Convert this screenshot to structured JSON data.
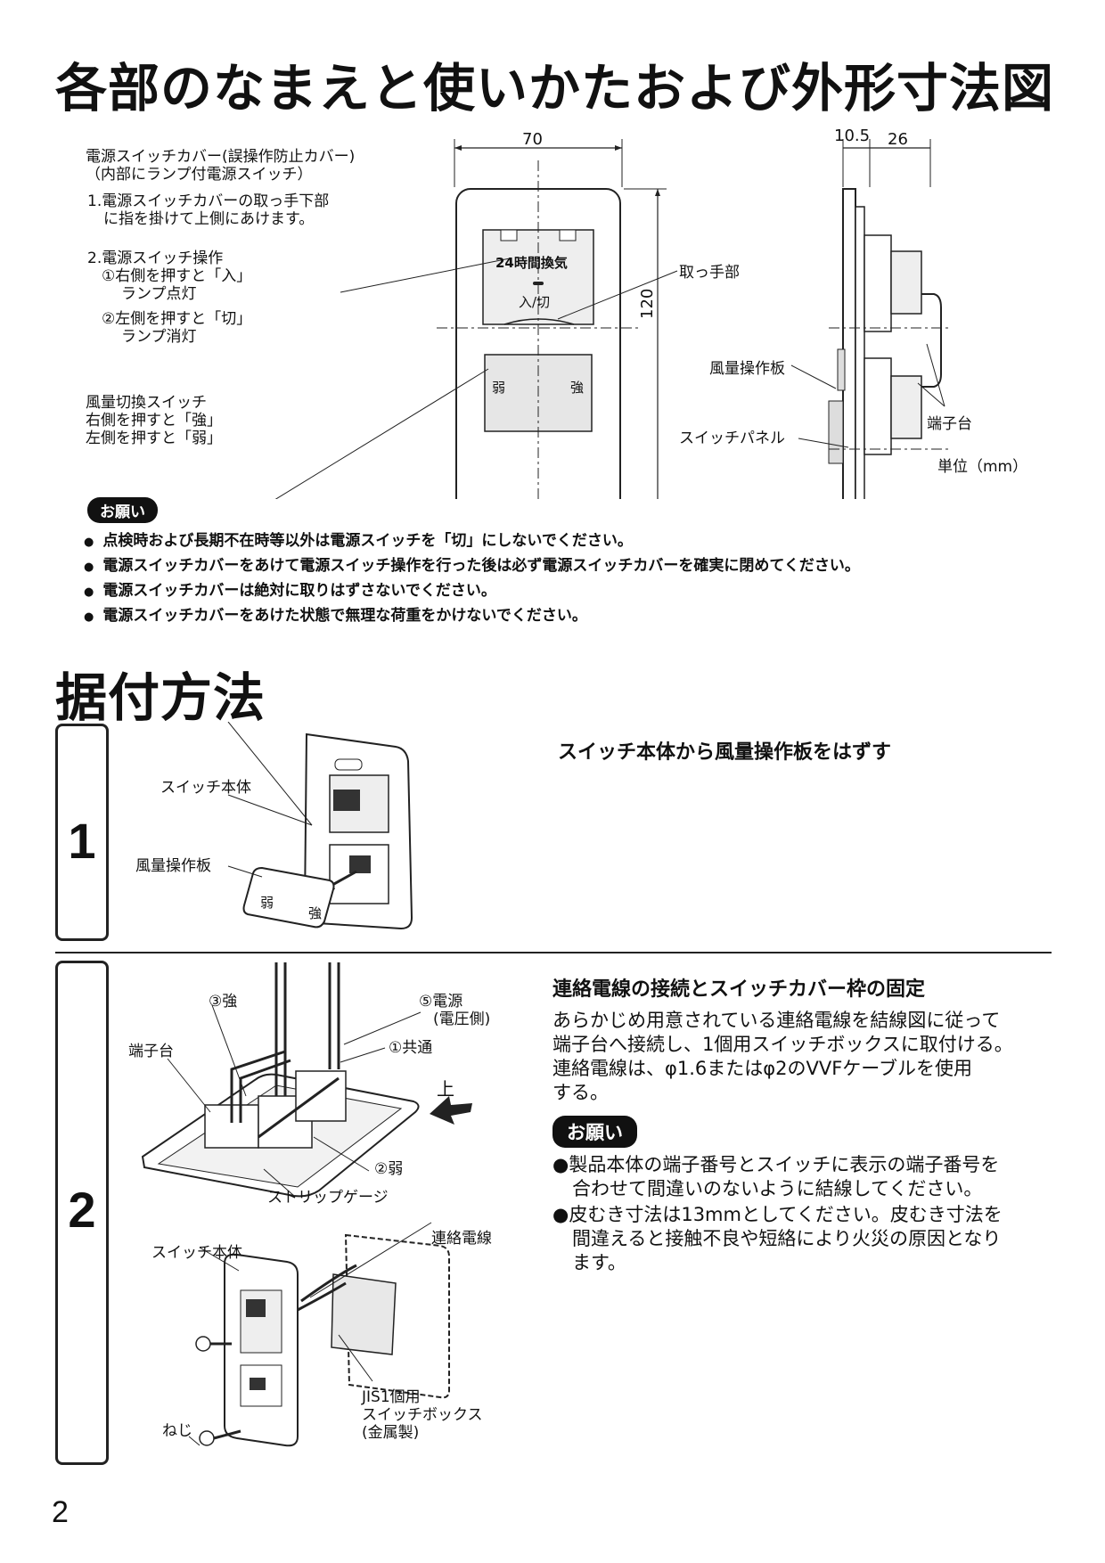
{
  "section1": {
    "title": "各部のなまえと使いかたおよび外形寸法図",
    "labels": {
      "cover_line1": "電源スイッチカバー(誤操作防止カバー)",
      "cover_line2": "（内部にランプ付電源スイッチ）",
      "step1_line1": "1.電源スイッチカバーの取っ手下部",
      "step1_line2": "に指を掛けて上側にあけます。",
      "step2_line1": "2.電源スイッチ操作",
      "step2_line2": "①右側を押すと「入」",
      "step2_line3": "ランプ点灯",
      "step2_line4": "②左側を押すと「切」",
      "step2_line5": "ランプ消灯",
      "fan_line1": "風量切換スイッチ",
      "fan_line2": "右側を押すと「強」",
      "fan_line3": "左側を押すと「弱」",
      "handle": "取っ手部",
      "fan_plate": "風量操作板",
      "panel": "スイッチパネル",
      "terminal": "端子台",
      "unit": "単位（mm）"
    },
    "switch_text": {
      "vent24": "24時間換気",
      "on_off": "入/切",
      "weak": "弱",
      "strong": "強"
    },
    "dims": {
      "width": "70",
      "height": "120",
      "side_a": "10.5",
      "side_b": "26"
    },
    "onegai_label": "お願い",
    "notes": [
      "点検時および長期不在時等以外は電源スイッチを「切」にしないでください。",
      "電源スイッチカバーをあけて電源スイッチ操作を行った後は必ず電源スイッチカバーを確実に閉めてください。",
      "電源スイッチカバーは絶対に取りはずさないでください。",
      "電源スイッチカバーをあけた状態で無理な荷重をかけないでください。"
    ]
  },
  "section2": {
    "title": "据付方法",
    "step1": {
      "number": "1",
      "heading": "スイッチ本体から風量操作板をはずす",
      "label_body": "スイッチ本体",
      "label_plate": "風量操作板",
      "plate_weak": "弱",
      "plate_strong": "強"
    },
    "step2": {
      "number": "2",
      "heading": "連絡電線の接続とスイッチカバー枠の固定",
      "body": [
        "あらかじめ用意されている連絡電線を結線図に従って",
        "端子台へ接続し、1個用スイッチボックスに取付ける。",
        "連絡電線は、φ1.6またはφ2のVVFケーブルを使用",
        "する。"
      ],
      "onegai_label": "お願い",
      "warnings": [
        [
          "製品本体の端子番号とスイッチに表示の端子番号を",
          "合わせて間違いのないように結線してください。"
        ],
        [
          "皮むき寸法は13mmとしてください。皮むき寸法を",
          "間違えると接触不良や短絡により火災の原因となり",
          "ます。"
        ]
      ],
      "labels": {
        "strong3": "③強",
        "power5_line1": "⑤電源",
        "power5_line2": "(電圧側)",
        "terminal": "端子台",
        "common1": "①共通",
        "up": "上",
        "weak2": "②弱",
        "strip": "ストリップゲージ",
        "switch_body": "スイッチ本体",
        "wire": "連絡電線",
        "box_line1": "JIS1個用",
        "box_line2": "スイッチボックス",
        "box_line3": "(金属製)",
        "screw": "ねじ"
      }
    }
  },
  "page_number": "2"
}
